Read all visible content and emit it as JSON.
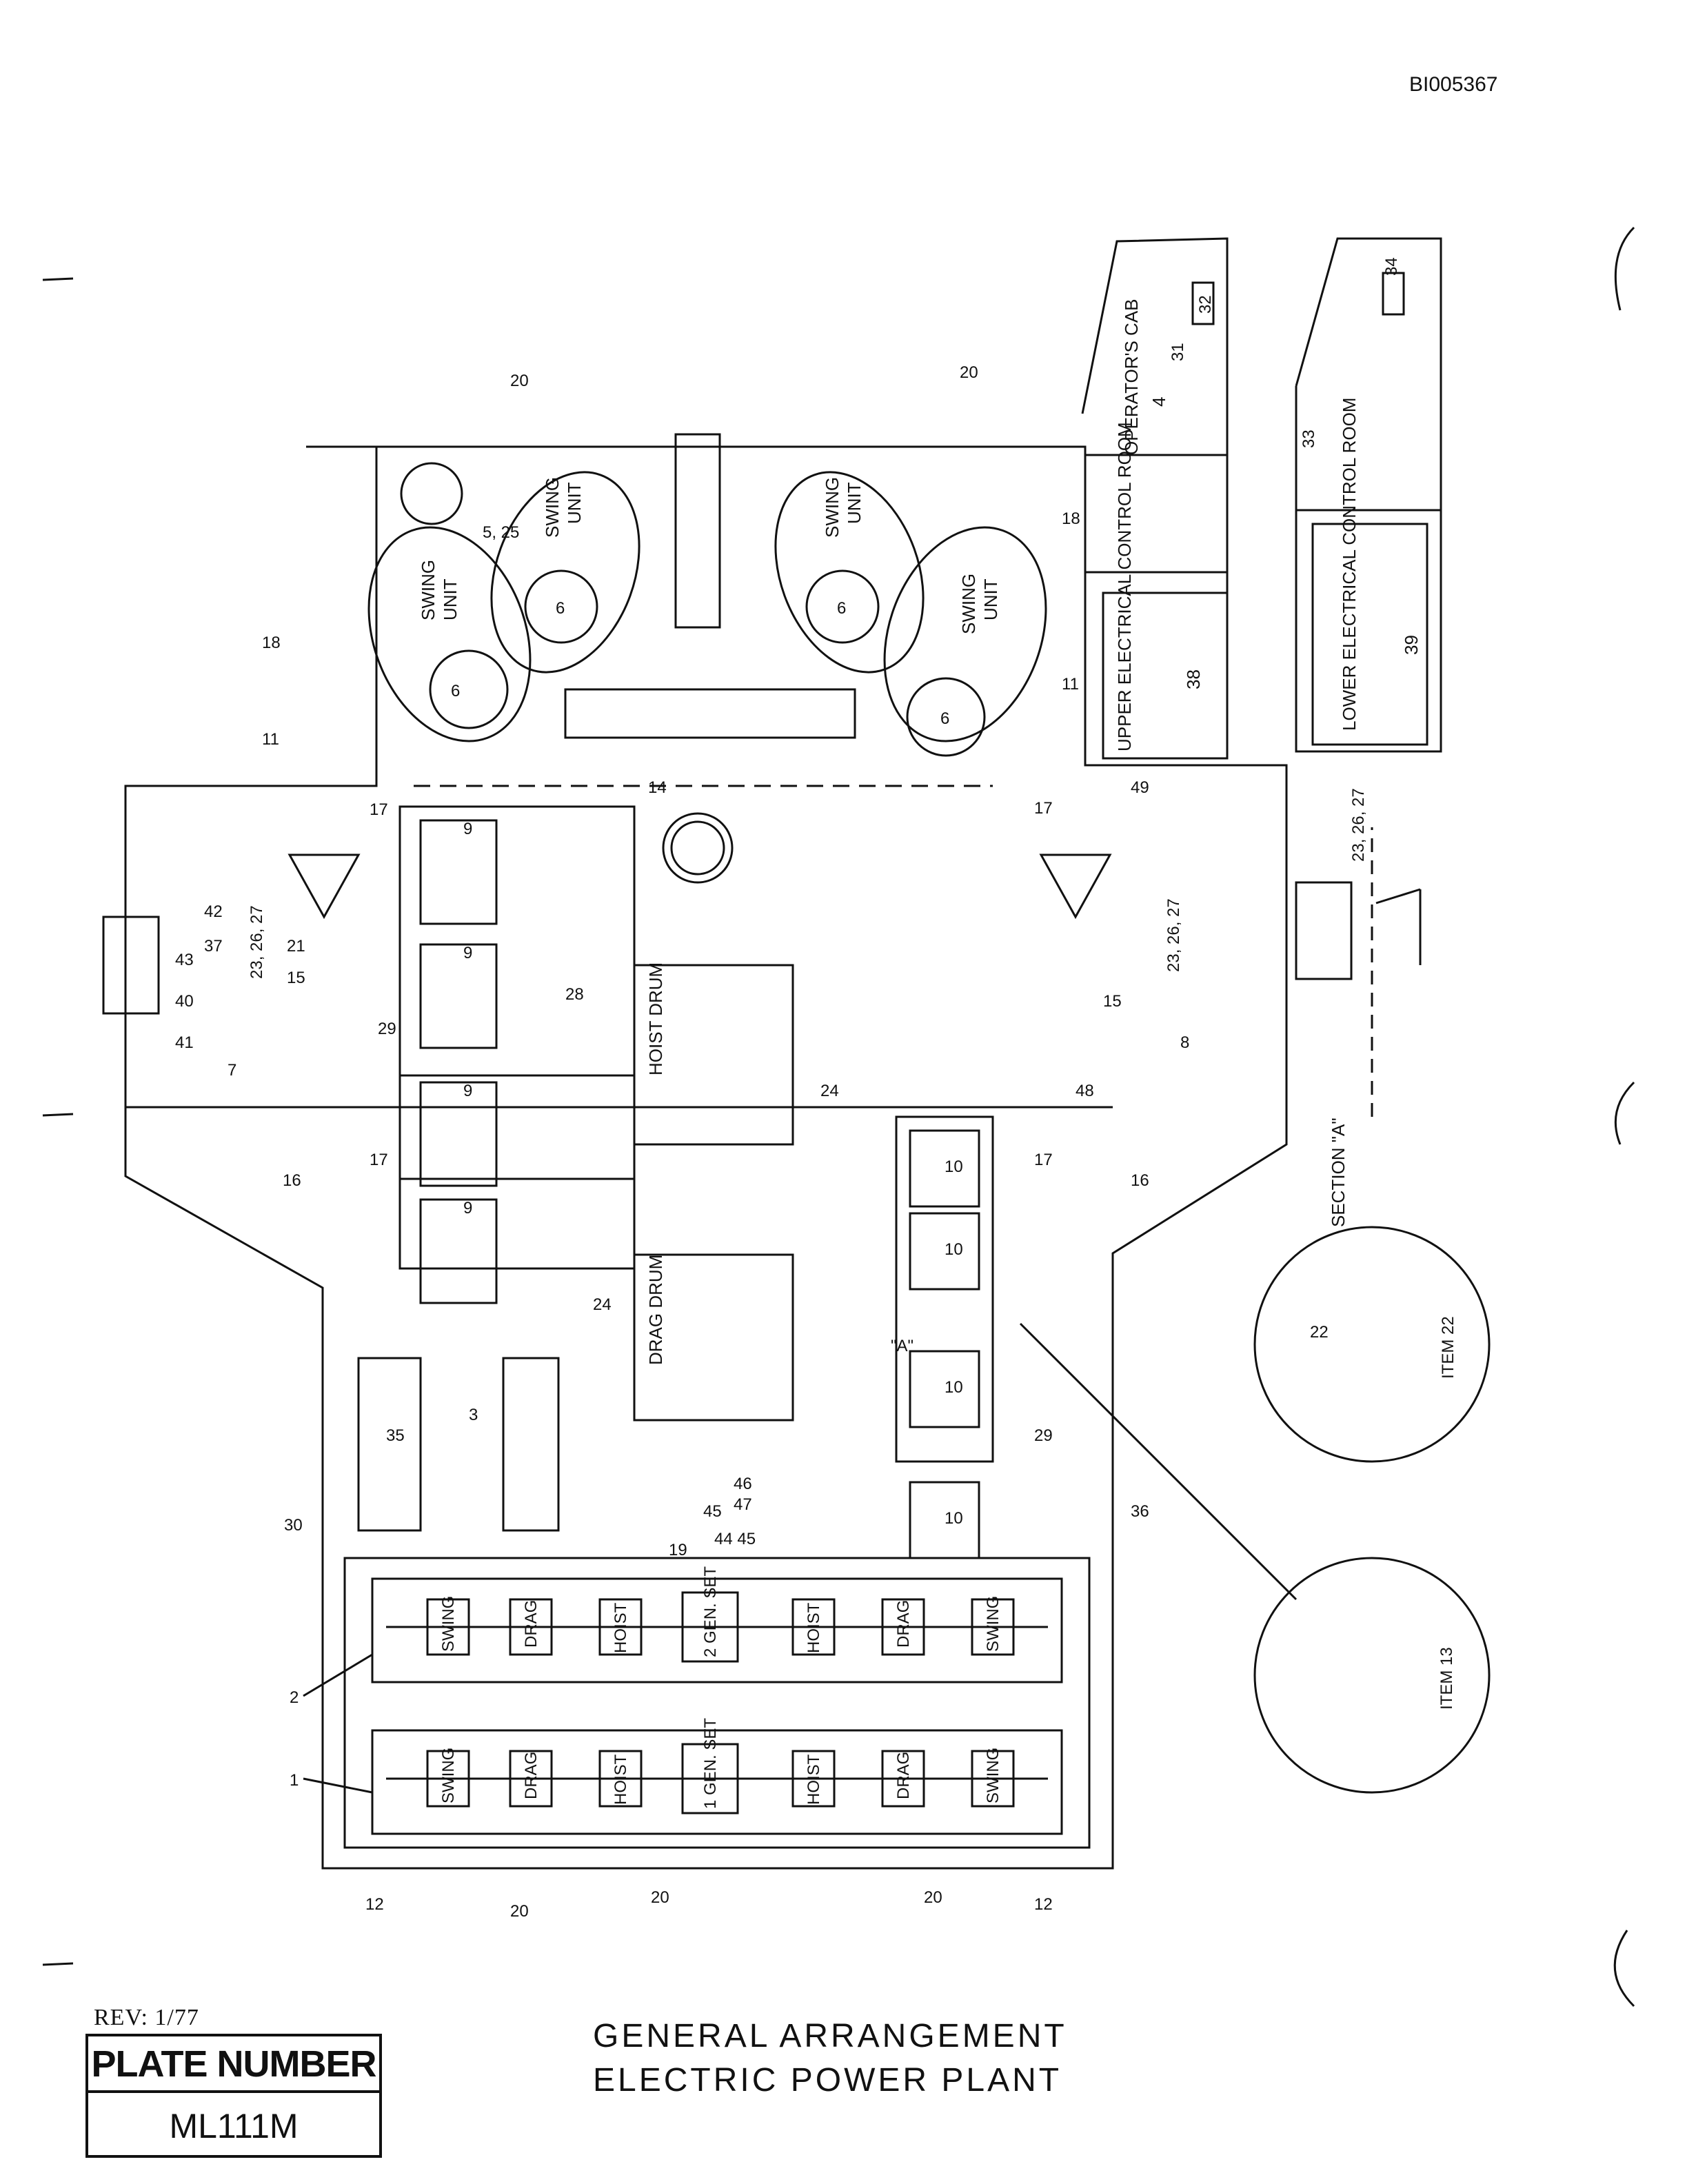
{
  "document": {
    "doc_id": "BI005367",
    "rev": "REV: 1/77",
    "plate_label": "PLATE NUMBER",
    "plate_number": "ML111M",
    "title_line1": "GENERAL ARRANGEMENT",
    "title_line2": "ELECTRIC POWER PLANT"
  },
  "labels": {
    "swing_unit": "SWING UNIT",
    "swing": "SWING",
    "unit": "UNIT",
    "operators_cab": "OPERATOR'S CAB",
    "cab_no": "4",
    "upper_room": "UPPER ELECTRICAL CONTROL ROOM",
    "upper_room_no": "38",
    "lower_room": "LOWER ELECTRICAL CONTROL ROOM",
    "lower_room_no": "39",
    "hoist_drum": "HOIST DRUM",
    "drag_drum": "DRAG DRUM",
    "swing_tag": "SWING",
    "drag_tag": "DRAG",
    "hoist_tag": "HOIST",
    "gen_set_2": "2 GEN. SET",
    "gen_set_1": "1 GEN. SET",
    "section": "SECTION \"A\"",
    "section_marker": "\"A\"",
    "item_22": "ITEM 22",
    "item_13": "ITEM 13"
  },
  "callouts": [
    "1",
    "2",
    "3",
    "5, 25",
    "6",
    "7",
    "8",
    "9",
    "10",
    "11",
    "12",
    "14",
    "15",
    "16",
    "17",
    "18",
    "19",
    "20",
    "21",
    "22",
    "23, 26, 27",
    "24",
    "28",
    "29",
    "30",
    "31",
    "32",
    "33",
    "34",
    "35",
    "36",
    "37",
    "40",
    "41",
    "42",
    "43",
    "44 45",
    "45",
    "46",
    "47",
    "48",
    "49"
  ]
}
